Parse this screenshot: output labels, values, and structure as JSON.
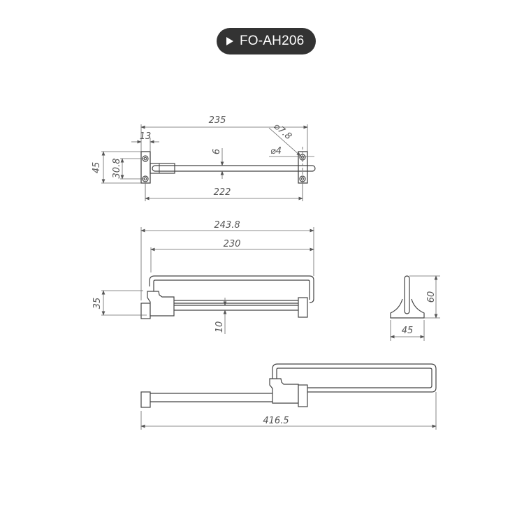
{
  "badge": {
    "model": "FO-AH206",
    "icon": "play-triangle-icon",
    "bg_color": "#333333"
  },
  "drawing": {
    "line_color": "#444444",
    "dim_color": "#555555",
    "top_view": {
      "dims": {
        "overall_width": "235",
        "mount_width": "13",
        "rod_dia": "6",
        "hole_outer": "⌀7.8",
        "hole_inner": "⌀4",
        "height": "45",
        "hole_spacing": "30.8",
        "hole_center_span": "222"
      }
    },
    "front_view": {
      "dims": {
        "overall_width": "243.8",
        "rail_width": "230",
        "height": "35",
        "rod_gap": "10"
      }
    },
    "side_view": {
      "dims": {
        "height": "60",
        "base_width": "45"
      }
    },
    "extended_view": {
      "dims": {
        "extended_length": "416.5"
      }
    }
  }
}
